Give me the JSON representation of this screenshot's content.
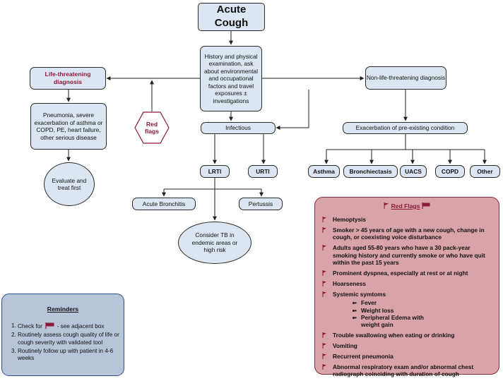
{
  "title": "Acute Cough",
  "history": "History and physical examination, ask about environmental and occupational factors and travel exposures ± investigations",
  "life_threatening": {
    "label": "Life-threatening diagnosis",
    "conditions": "Pneumonia, severe exacerbation of asthma or COPD, PE, heart failure, other serious disease",
    "action": "Evaluate and treat first"
  },
  "red_flags_hex": "Red flags",
  "non_life_threatening": "Non-life-threatening diagnosis",
  "infectious": {
    "label": "Infectious",
    "lrti": "LRTI",
    "urti": "URTI",
    "acute_bronchitis": "Acute Bronchitis",
    "pertussis": "Pertussis",
    "consider_tb": "Consider TB in endemic areas or high risk"
  },
  "exacerbation": {
    "label": "Exacerbation of pre-existing condition",
    "items": [
      "Asthma",
      "Bronchiectasis",
      "UACS",
      "COPD",
      "Other"
    ]
  },
  "red_flags_panel": {
    "title": "Red Flags",
    "items": [
      "Hemoptysis",
      "Smoker > 45 years of age with a new cough, change in cough, or coexisting voice disturbance",
      "Adults aged 55-80 years who have a 30 pack-year smoking history and currently smoke or who have quit within the past 15 years",
      "Prominent dyspnea, especially at rest or at night",
      "Hoarseness",
      "Systemic symtoms",
      "Trouble swallowing when eating or drinking",
      "Vomiting",
      "Recurrent pneumonia",
      "Abnormal respiratory exam and/or abnormal chest radiograph coinciding with duration of cough"
    ],
    "systemic_subitems": [
      "Fever",
      "Weight loss",
      "Peripheral Edema with weight gain"
    ]
  },
  "reminders": {
    "title": "Reminders",
    "items": [
      {
        "num": "1.",
        "before": "Check for",
        "after": " - see adjacent box"
      },
      {
        "num": "2.",
        "text": "Routinely assess cough quality of life or cough severity with validated tool"
      },
      {
        "num": "3.",
        "text": "Routinely follow up with patient in 4-6 weeks"
      }
    ]
  },
  "colors": {
    "box_fill": "#dce6f2",
    "accent_red": "#8b1a3a",
    "red_panel": "#d9a3aa",
    "reminder_panel": "#b8c4d8"
  }
}
